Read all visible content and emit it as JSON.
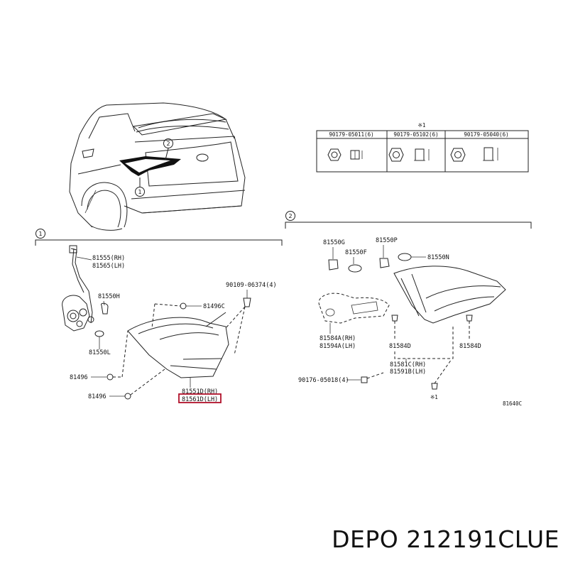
{
  "footer": {
    "title": "DEPO 212191CLUE"
  },
  "callouts": {
    "one": "1",
    "two": "2",
    "note": "※1"
  },
  "fastener_table": {
    "headers": [
      "90179-05011(6)",
      "90179-05102(6)",
      "90179-05040(6)"
    ]
  },
  "section1": {
    "parts": {
      "p81555": "81555(RH)",
      "p81565": "81565(LH)",
      "p81550h": "81550H",
      "p81550l": "81550L",
      "p81496c": "81496C",
      "p90109": "90109-06374(4)",
      "p81496a": "81496",
      "p81496b": "81496",
      "p81551d": "81551D(RH)",
      "p81561d": "81561D(LH)"
    }
  },
  "section2": {
    "parts": {
      "p81550g": "81550G",
      "p81550f": "81550F",
      "p81550p": "81550P",
      "p81550n": "81550N",
      "p81584a": "81584A(RH)",
      "p81594a": "81594A(LH)",
      "p81584d1": "81584D",
      "p81584d2": "81584D",
      "p81581c": "81581C(RH)",
      "p81591b": "81591B(LH)",
      "p90176": "90176-05018(4)",
      "note": "※1",
      "code": "81640C"
    }
  }
}
